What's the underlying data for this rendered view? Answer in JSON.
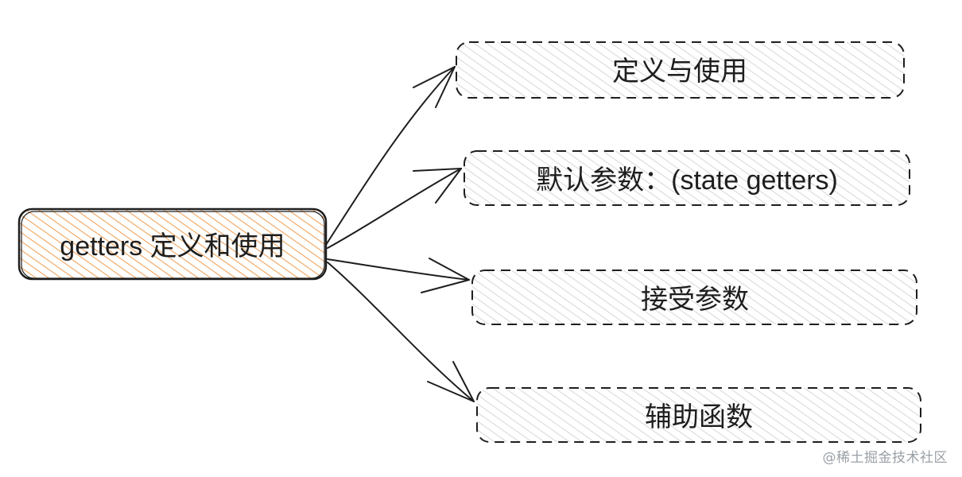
{
  "root": {
    "label": "getters 定义和使用",
    "fill_color": "#f0a35e",
    "stroke_color": "#1e1e1e"
  },
  "children": [
    {
      "label": "定义与使用"
    },
    {
      "label": "默认参数：(state getters)"
    },
    {
      "label": "接受参数"
    },
    {
      "label": "辅助函数"
    }
  ],
  "child_style": {
    "hatch_color": "#c9cdd1",
    "stroke_color": "#1e1e1e",
    "dashed": true
  },
  "watermark": "@稀土掘金技术社区"
}
